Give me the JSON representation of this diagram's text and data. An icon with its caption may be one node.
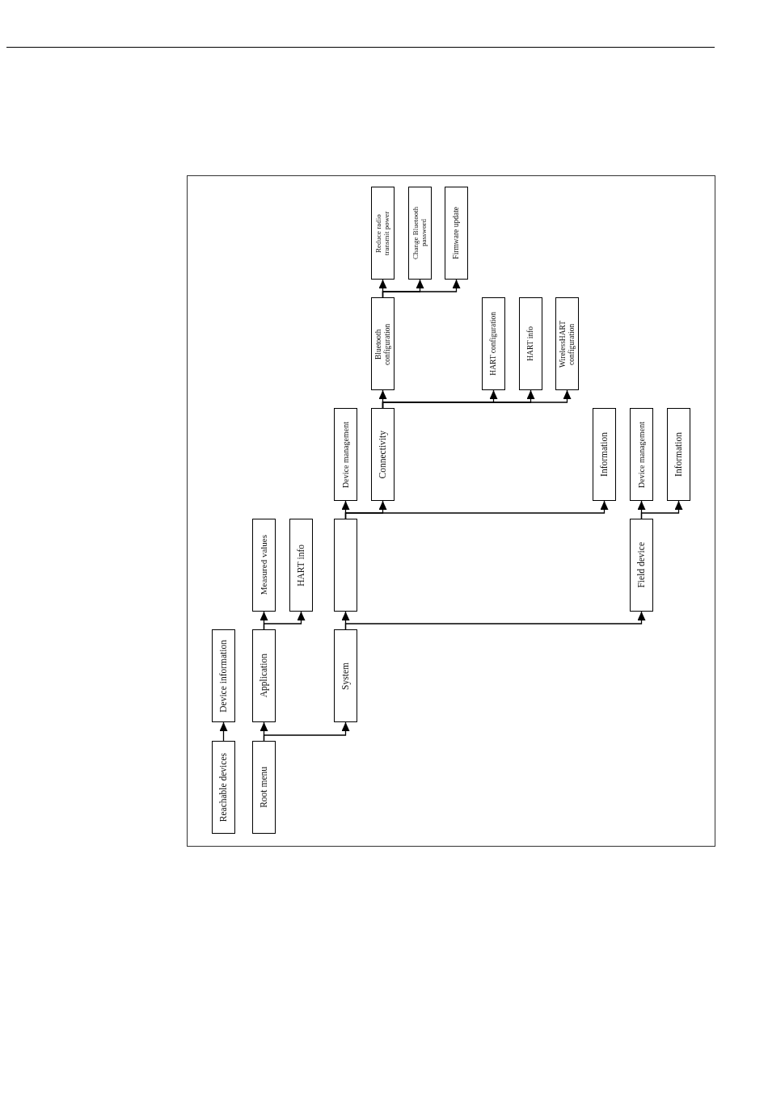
{
  "diagram": {
    "nodes": [
      {
        "text": [
          "Reachable devices"
        ]
      },
      {
        "text": [
          "Device information"
        ]
      },
      {
        "text": [
          "Root menu"
        ]
      },
      {
        "text": [
          "Application"
        ]
      },
      {
        "text": [
          "Measured values"
        ]
      },
      {
        "text": [
          "HART info"
        ]
      },
      {
        "text": [
          "System"
        ]
      },
      {
        "text": [],
        "shape": "box"
      },
      {
        "text": [
          "Device management"
        ]
      },
      {
        "text": [
          "Connectivity"
        ]
      },
      {
        "text": [
          "Bluetooth configuration"
        ]
      },
      {
        "text": [
          "Reduce radio transmit power"
        ]
      },
      {
        "text": [
          "Change Bluetooth password"
        ]
      },
      {
        "text": [
          "Firmware update"
        ]
      },
      {
        "text": [
          "HART configuration"
        ]
      },
      {
        "text": [
          "HART info"
        ]
      },
      {
        "text": [
          "WirelessHART configuration"
        ]
      },
      {
        "text": [
          "Information"
        ]
      },
      {
        "text": [
          "Field device"
        ]
      },
      {
        "text": [
          "Device management"
        ]
      },
      {
        "text": [
          "Information"
        ]
      }
    ],
    "edges": [
      {
        "from": 0,
        "to": 1,
        "arrow": "to"
      },
      {
        "from": 2,
        "to": 3,
        "arrow": "to"
      },
      {
        "from": 2,
        "to": 6,
        "arrow": "to"
      },
      {
        "from": 3,
        "to": 4,
        "arrow": "to"
      },
      {
        "from": 3,
        "to": 5,
        "arrow": "to"
      },
      {
        "from": 6,
        "to": 7,
        "arrow": "to"
      },
      {
        "from": 6,
        "to": 18,
        "arrow": "to"
      },
      {
        "from": 7,
        "to": 8,
        "arrow": "to"
      },
      {
        "from": 7,
        "to": 9,
        "arrow": "to"
      },
      {
        "from": 7,
        "to": 17,
        "arrow": "to"
      },
      {
        "from": 9,
        "to": 10,
        "arrow": "to"
      },
      {
        "from": 9,
        "to": 14,
        "arrow": "to"
      },
      {
        "from": 9,
        "to": 15,
        "arrow": "to"
      },
      {
        "from": 9,
        "to": 16,
        "arrow": "to"
      },
      {
        "from": 10,
        "to": 11,
        "arrow": "to"
      },
      {
        "from": 10,
        "to": 12,
        "arrow": "to"
      },
      {
        "from": 10,
        "to": 13,
        "arrow": "to"
      },
      {
        "from": 18,
        "to": 19,
        "arrow": "to"
      },
      {
        "from": 18,
        "to": 20,
        "arrow": "to"
      }
    ]
  }
}
